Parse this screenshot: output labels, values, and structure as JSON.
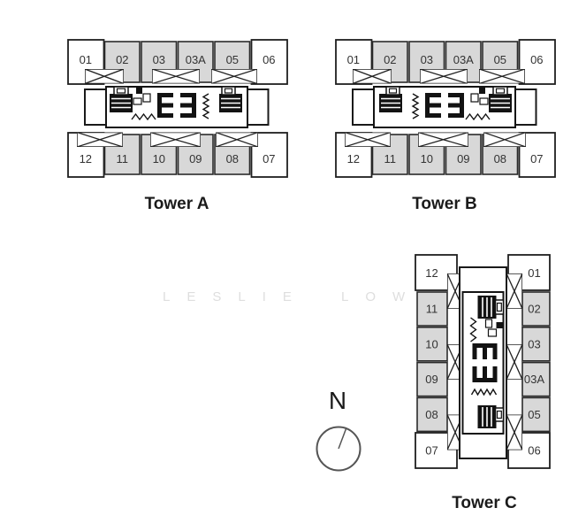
{
  "watermark": {
    "text": "LESLIE LOW"
  },
  "compass": {
    "label": "N"
  },
  "towers": {
    "a": {
      "label": "Tower A",
      "top_units": [
        "01",
        "02",
        "03",
        "03A",
        "05",
        "06"
      ],
      "bottom_units": [
        "12",
        "11",
        "10",
        "09",
        "08",
        "07"
      ]
    },
    "b": {
      "label": "Tower B",
      "top_units": [
        "01",
        "02",
        "03",
        "03A",
        "05",
        "06"
      ],
      "bottom_units": [
        "12",
        "11",
        "10",
        "09",
        "08",
        "07"
      ]
    },
    "c": {
      "label": "Tower C",
      "left_units": [
        "12",
        "11",
        "10",
        "09",
        "08",
        "07"
      ],
      "right_units": [
        "01",
        "02",
        "03",
        "03A",
        "05",
        "06"
      ]
    }
  },
  "colors": {
    "background": "#ffffff",
    "unit_fill": "#d8d8d8",
    "corner_unit_fill": "#ffffff",
    "plan_line": "#222222",
    "core_black": "#121212",
    "unit_label_text": "#333333",
    "tower_label_text": "#1b1b1b",
    "watermark_text": "#dedede",
    "compass_stroke": "#555555"
  }
}
